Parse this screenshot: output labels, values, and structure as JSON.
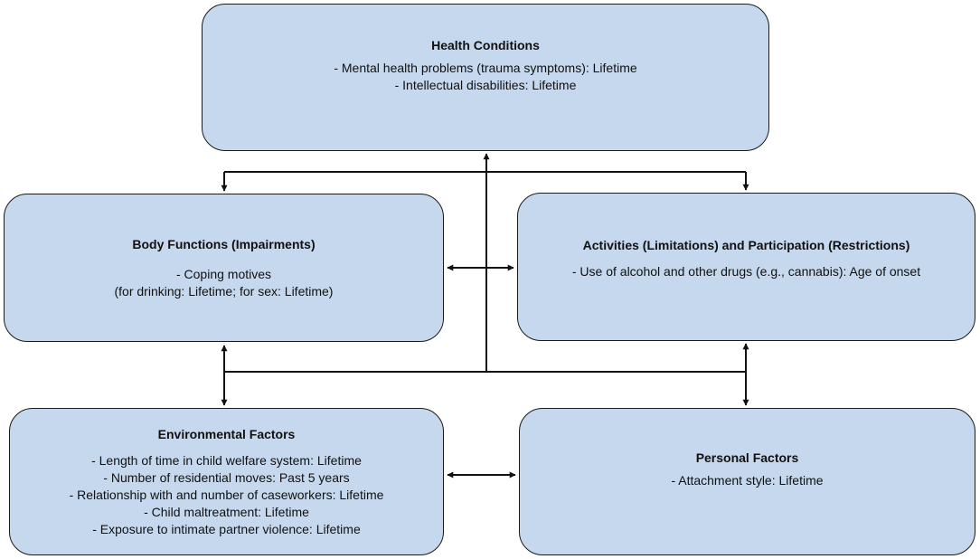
{
  "boxes": {
    "health": {
      "title": "Health Conditions",
      "lines": [
        "- Mental health problems (trauma symptoms): Lifetime",
        "- Intellectual disabilities: Lifetime"
      ]
    },
    "body": {
      "title": "Body Functions (Impairments)",
      "lines": [
        "- Coping motives",
        "(for drinking: Lifetime; for sex: Lifetime)"
      ]
    },
    "activities": {
      "title": "Activities (Limitations) and Participation (Restrictions)",
      "lines": [
        "- Use of alcohol and other drugs (e.g., cannabis): Age of onset"
      ]
    },
    "environmental": {
      "title": "Environmental Factors",
      "lines": [
        "- Length of time in child welfare system: Lifetime",
        "- Number of residential moves: Past 5 years",
        "- Relationship with and number of caseworkers: Lifetime",
        "- Child maltreatment: Lifetime",
        "- Exposure to intimate partner violence: Lifetime"
      ]
    },
    "personal": {
      "title": "Personal Factors",
      "lines": [
        "- Attachment style: Lifetime"
      ]
    }
  },
  "colors": {
    "box_fill": "#c5d8ed",
    "box_border": "#1a1a1a",
    "connector": "#111111"
  }
}
